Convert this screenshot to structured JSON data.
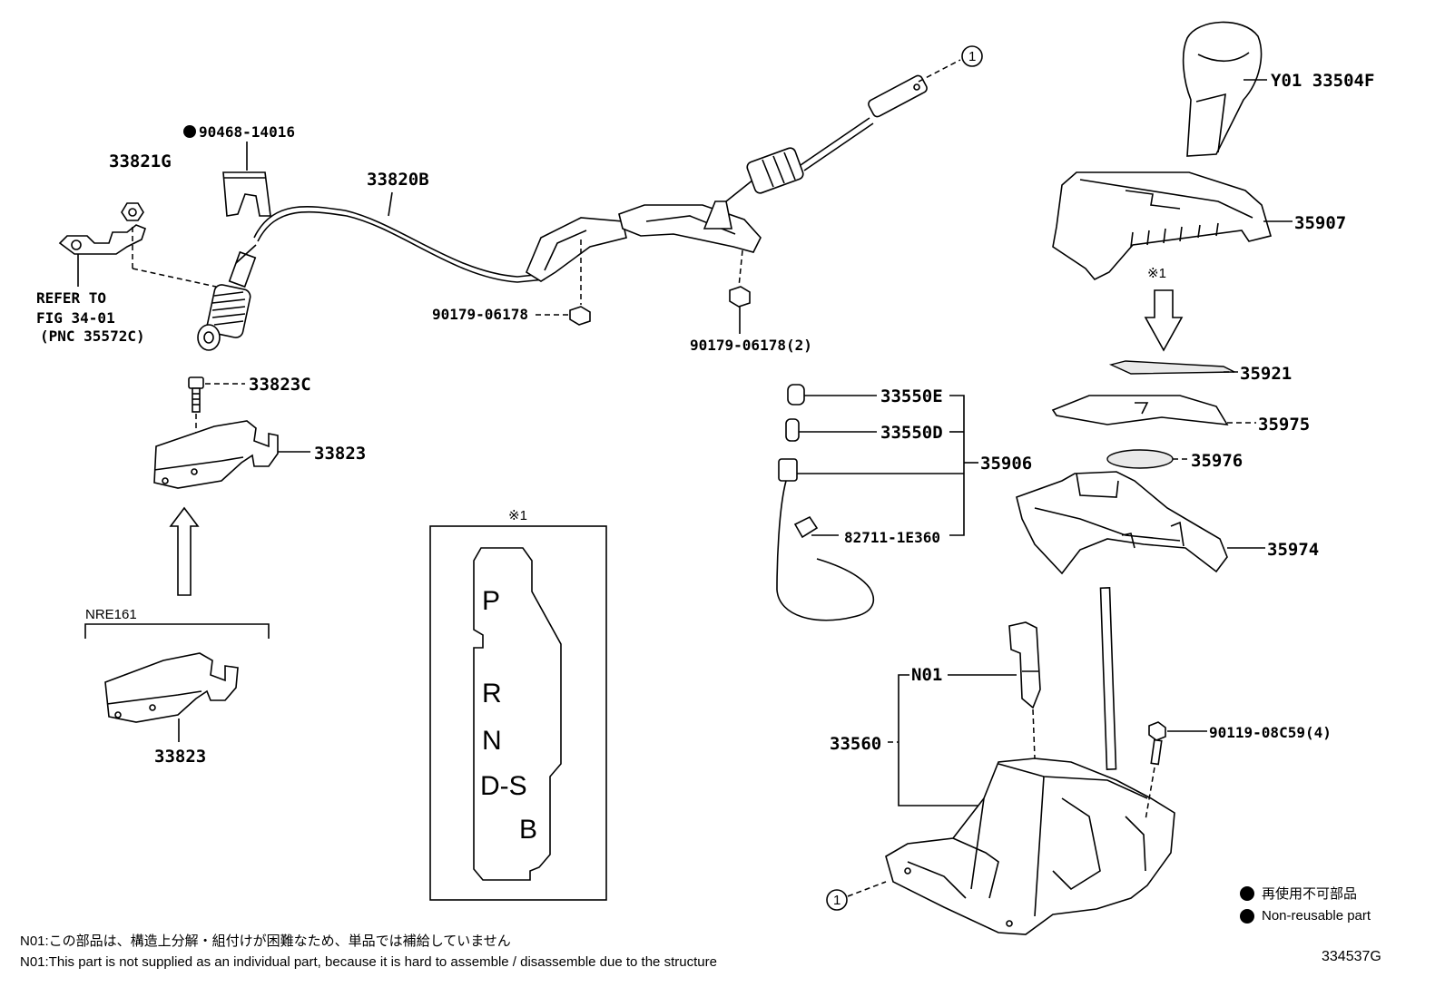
{
  "labels": {
    "p33821g": "33821G",
    "p90468": "90468-14016",
    "p33820b": "33820B",
    "ref1": "REFER TO",
    "ref2": "FIG 34-01",
    "ref3": "(PNC 35572C)",
    "p33823c": "33823C",
    "p33823_top": "33823",
    "p90179_a": "90179-06178",
    "p90179_b": "90179-06178(2)",
    "nre161": "NRE161",
    "p33823_bot": "33823",
    "mark1": "※1",
    "p33550e": "33550E",
    "p33550d": "33550D",
    "p35906": "35906",
    "p82711": "82711-1E360",
    "py01": "Y01  33504F",
    "p35907": "35907",
    "mark1b": "※1",
    "p35921": "35921",
    "p35975": "35975",
    "p35976": "35976",
    "p35974": "35974",
    "n01": "N01",
    "p33560": "33560",
    "p90119": "90119-08C59(4)",
    "circle1_top": "1",
    "circle1_bot": "1"
  },
  "gate_positions": [
    "P",
    "R",
    "N",
    "D-S",
    "B"
  ],
  "legend": {
    "jp": "再使用不可部品",
    "en": "Non-reusable part"
  },
  "notes": {
    "jp": "N01:この部品は、構造上分解・組付けが困難なため、単品では補給していません",
    "en": "N01:This part is not supplied as an individual part, because it is hard to assemble / disassemble due to the structure"
  },
  "diagram_code": "334537G"
}
